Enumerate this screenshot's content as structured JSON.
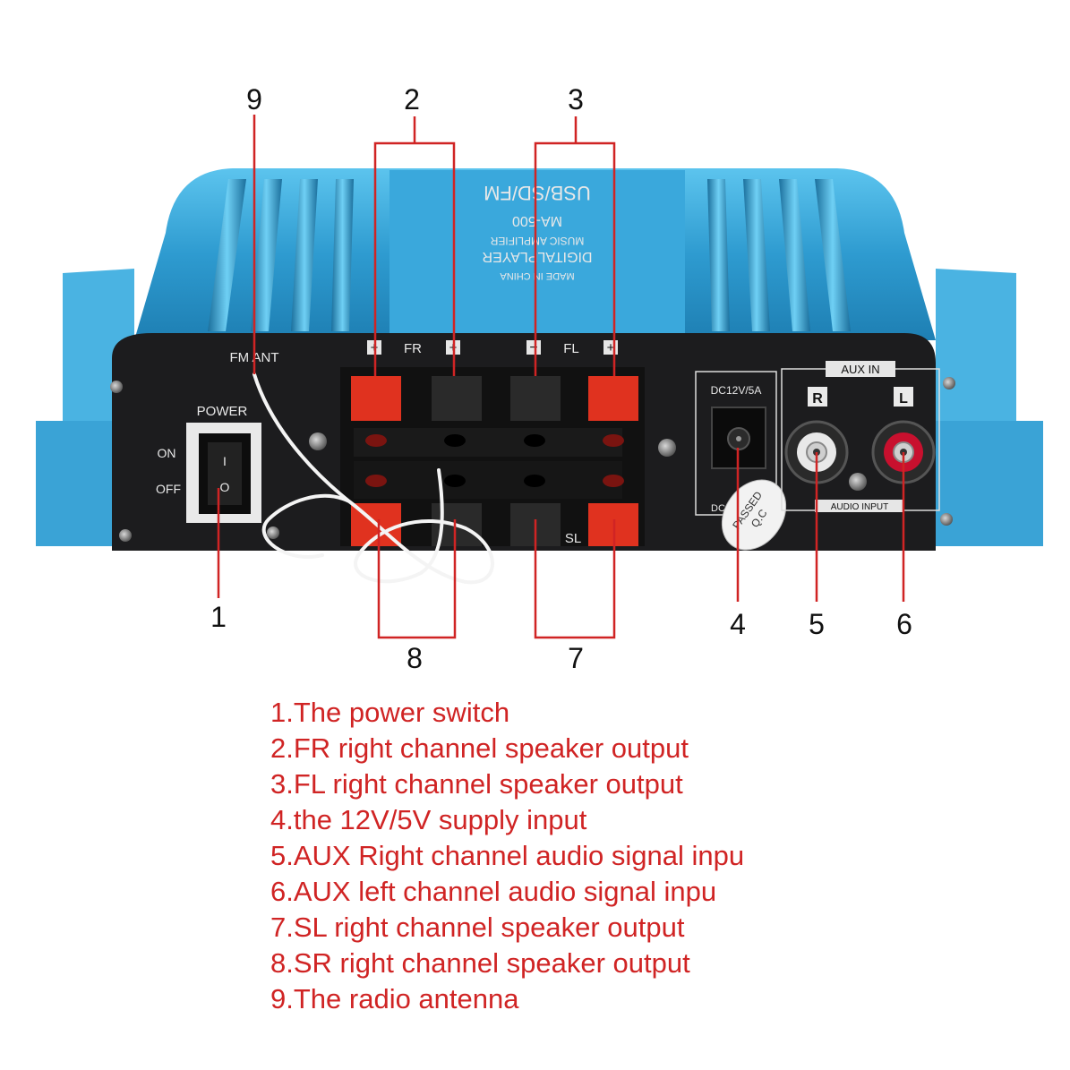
{
  "device": {
    "brand_top": "USB/SD/FM",
    "model": "MA-500",
    "subtitle1": "DIGITALPLAYER",
    "subtitle2": "MUSIC AMPLIFIER",
    "made_in": "MADE IN CHINA",
    "fm_ant": "FM ANT",
    "power": "POWER",
    "on": "ON",
    "off": "OFF",
    "switch_top": "I",
    "switch_bottom": "O",
    "fr": "FR",
    "fl": "FL",
    "sl": "SL",
    "plus": "+",
    "minus": "−",
    "dc_label": "DC12V/5A",
    "dc_bottom": "DC",
    "aux_in": "AUX IN",
    "r": "R",
    "l": "L",
    "audio_input": "AUDIO INPUT",
    "qc": "Q.C",
    "passed": "PASSED"
  },
  "colors": {
    "callout_red": "#d02424",
    "body_blue": "#3fa8d8",
    "panel_black": "#1c1c1e",
    "terminal_red": "#e0321f"
  },
  "callouts": {
    "n1": "1",
    "n2": "2",
    "n3": "3",
    "n4": "4",
    "n5": "5",
    "n6": "6",
    "n7": "7",
    "n8": "8",
    "n9": "9"
  },
  "legend": [
    "1.The power switch",
    "2.FR right channel speaker output",
    "3.FL right channel speaker output",
    "4.the 12V/5V supply input",
    "5.AUX Right channel audio signal inpu",
    "6.AUX left channel audio signal inpu",
    "7.SL right channel speaker output",
    "8.SR right channel speaker output",
    "9.The radio antenna"
  ]
}
